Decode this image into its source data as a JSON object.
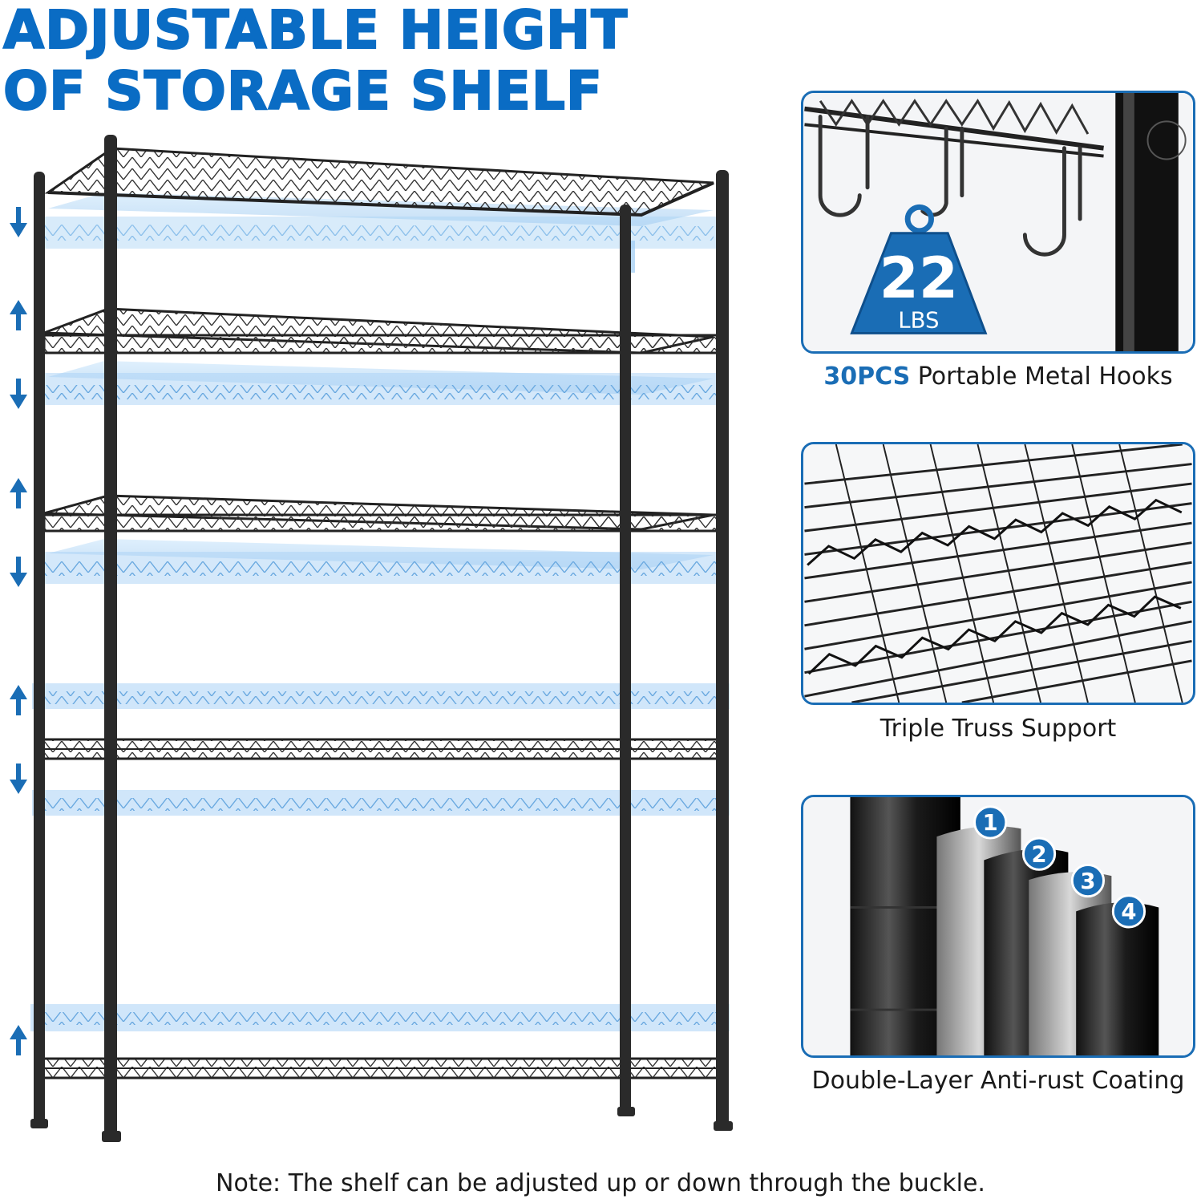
{
  "header": {
    "line1": "ADJUSTABLE HEIGHT",
    "line2": "OF STORAGE SHELF"
  },
  "features": [
    {
      "emphasis": "30PCS",
      "text": " Portable Metal Hooks",
      "badge_value": "22",
      "badge_unit": "LBS",
      "icon": "hooks-and-weight-icon"
    },
    {
      "text": "Triple Truss Support",
      "icon": "wire-grid-icon"
    },
    {
      "text": "Double-Layer Anti-rust Coating",
      "icon": "coating-layers-icon",
      "layers": [
        "1",
        "2",
        "3",
        "4"
      ]
    }
  ],
  "note": "Note: The shelf can be adjusted up or down through the buckle.",
  "colors": {
    "accent": "#0a6cc4",
    "frame": "#1a6db5",
    "ghost_shelf": "#8ec3f0",
    "metal": "#2a2a2a"
  }
}
